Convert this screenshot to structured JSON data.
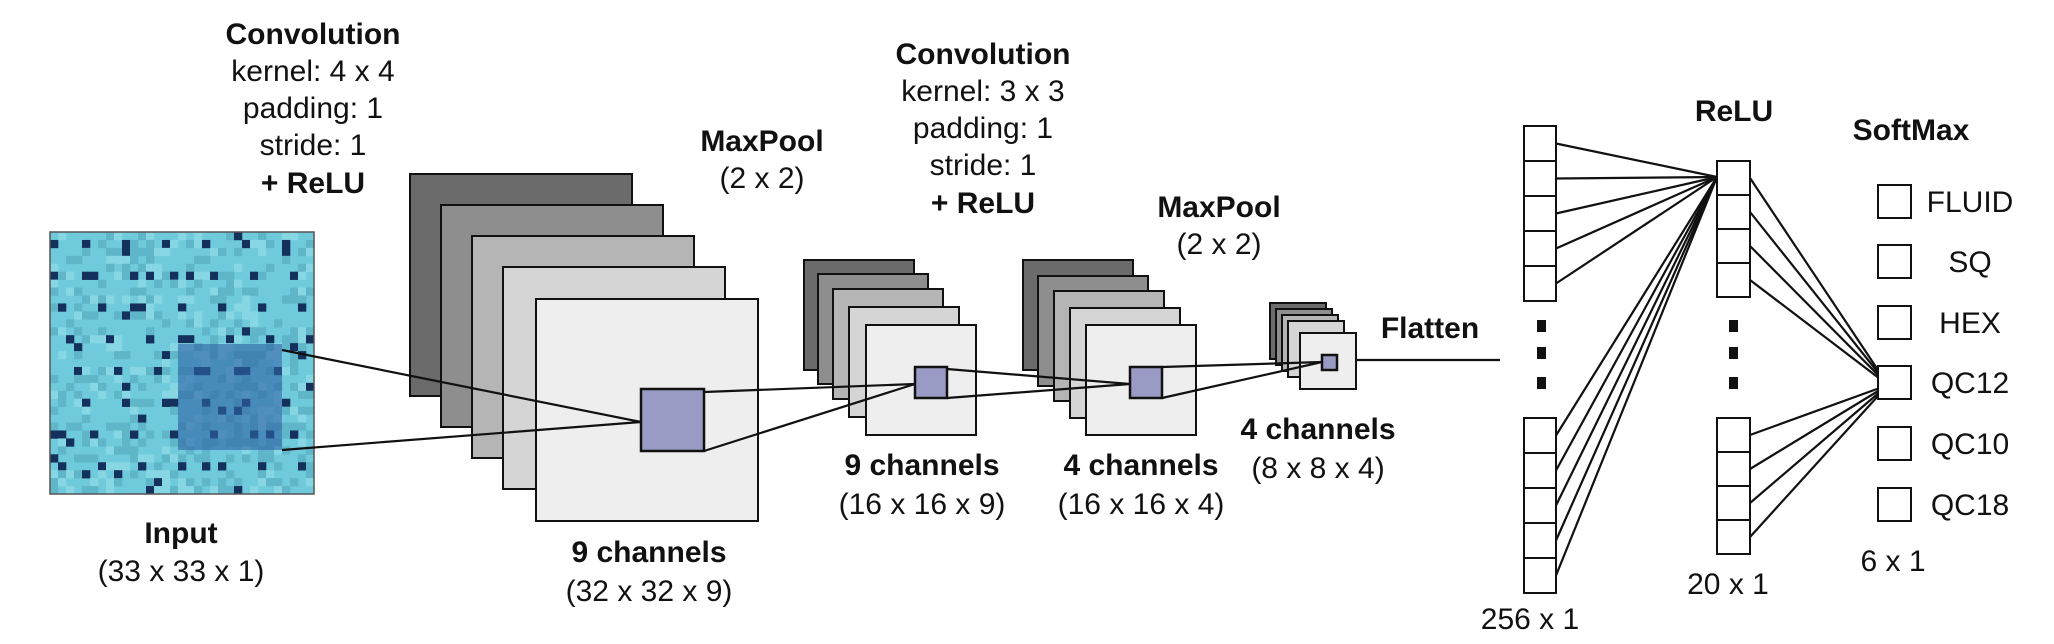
{
  "labels": {
    "conv1_title": "Convolution",
    "conv1_kernel": "kernel: 4 x 4",
    "conv1_padding": "padding: 1",
    "conv1_stride": "stride: 1",
    "conv1_relu": "+ ReLU",
    "pool1_title": "MaxPool",
    "pool1_size": "(2 x 2)",
    "conv2_title": "Convolution",
    "conv2_kernel": "kernel: 3 x 3",
    "conv2_padding": "padding: 1",
    "conv2_stride": "stride: 1",
    "conv2_relu": "+ ReLU",
    "pool2_title": "MaxPool",
    "pool2_size": "(2 x 2)",
    "flatten": "Flatten",
    "relu": "ReLU",
    "softmax": "SoftMax",
    "input_title": "Input",
    "input_dims": "(33 x 33 x 1)",
    "fm1_title": "9 channels",
    "fm1_dims": "(32 x 32 x 9)",
    "fm2_title": "9 channels",
    "fm2_dims": "(16 x 16 x 9)",
    "fm3_title": "4 channels",
    "fm3_dims": "(16 x 16 x 4)",
    "fm4_title": "4 channels",
    "fm4_dims": "(8 x 8 x 4)",
    "dense_dims": "256 x 1",
    "hidden_dims": "20 x 1",
    "output_dims": "6 x 1"
  },
  "outputs": [
    "FLUID",
    "SQ",
    "HEX",
    "QC12",
    "QC10",
    "QC18"
  ],
  "colors": {
    "input_light": "#6fcbdb",
    "input_mid": "#5fb6c8",
    "input_dark": "#14305c",
    "input_highlight": "#2f64a6",
    "patch": "#9a9bc4",
    "channel_shades": [
      "#6b6b6b",
      "#8e8e8e",
      "#b5b5b5",
      "#d5d5d5",
      "#eeeeee"
    ]
  },
  "icons": {
    "output_checkbox": "empty-square-icon",
    "ellipsis": "vertical-dots-icon"
  }
}
